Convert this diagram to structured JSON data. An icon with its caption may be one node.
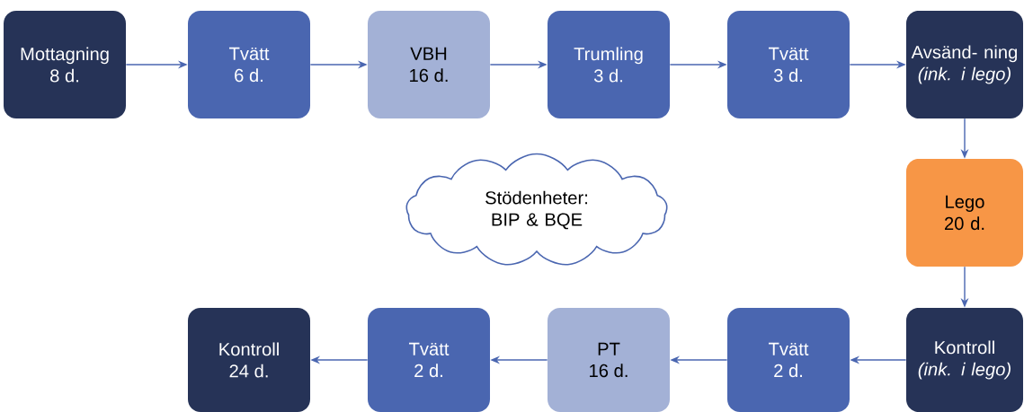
{
  "diagram": {
    "nodes": [
      {
        "text": [
          "Mottagning",
          "8 d."
        ]
      },
      {
        "text": [
          "Tvätt",
          "6 d."
        ]
      },
      {
        "text": [
          "VBH",
          "16 d."
        ]
      },
      {
        "text": [
          "Trumling",
          "3 d."
        ]
      },
      {
        "text": [
          "Tvätt",
          "3 d."
        ]
      },
      {
        "text": [
          "Avsänd- ning",
          "(ink. i lego)"
        ]
      },
      {
        "text": [
          "Stödenheter: BIP & BQE"
        ]
      },
      {
        "text": [
          "Lego",
          "20 d."
        ]
      },
      {
        "text": [
          "Kontroll",
          "24 d."
        ]
      },
      {
        "text": [
          "Tvätt",
          "2 d."
        ]
      },
      {
        "text": [
          "PT",
          "16 d."
        ]
      },
      {
        "text": [
          "Tvätt",
          "2 d."
        ]
      },
      {
        "text": [
          "Kontroll",
          "(ink. i lego)"
        ]
      }
    ],
    "edges": [
      {
        "from": 0,
        "to": 1,
        "arrow": "to"
      },
      {
        "from": 1,
        "to": 2,
        "arrow": "to"
      },
      {
        "from": 2,
        "to": 3,
        "arrow": "to"
      },
      {
        "from": 3,
        "to": 4,
        "arrow": "to"
      },
      {
        "from": 4,
        "to": 5,
        "arrow": "to"
      },
      {
        "from": 5,
        "to": 7,
        "arrow": "to"
      },
      {
        "from": 7,
        "to": 12,
        "arrow": "to"
      },
      {
        "from": 12,
        "to": 11,
        "arrow": "to"
      },
      {
        "from": 11,
        "to": 10,
        "arrow": "to"
      },
      {
        "from": 10,
        "to": 9,
        "arrow": "to"
      },
      {
        "from": 9,
        "to": 8,
        "arrow": "to"
      }
    ]
  }
}
